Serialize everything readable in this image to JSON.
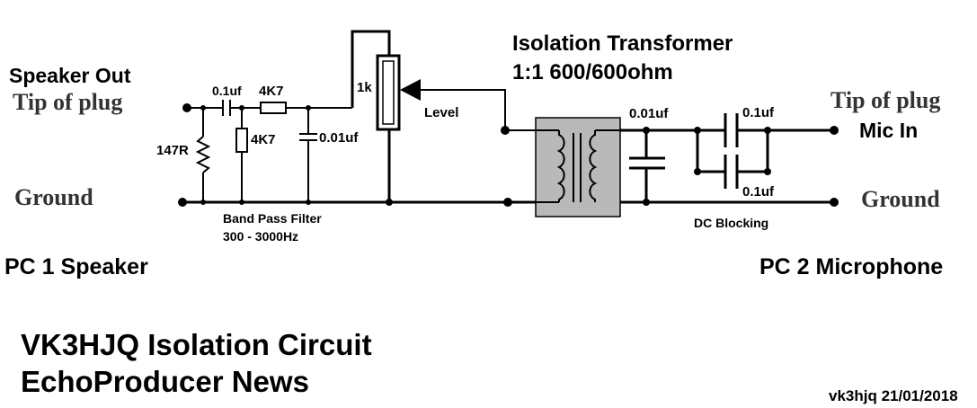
{
  "left_side": {
    "speaker_out": "Speaker Out",
    "tip_of_plug": "Tip of plug",
    "ground": "Ground",
    "pc_label": "PC 1 Speaker"
  },
  "right_side": {
    "tip_of_plug": "Tip of plug",
    "mic_in": "Mic In",
    "ground": "Ground",
    "pc_label": "PC 2 Microphone"
  },
  "components": {
    "cap_series": "0.1uf",
    "resistor_series": "4K7",
    "resistor_shunt": "4K7",
    "cap_shunt": "0.01uf",
    "resistor_147": "147R",
    "pot_value": "1k",
    "pot_label": "Level",
    "cap_transformer": "0.01uf",
    "cap_dc_top": "0.1uf",
    "cap_dc_bottom": "0.1uf"
  },
  "transformer": {
    "title_line1": "Isolation Transformer",
    "title_line2": "1:1 600/600ohm"
  },
  "filter": {
    "label_line1": "Band Pass Filter",
    "label_line2": "300 - 3000Hz"
  },
  "dc_blocking": "DC Blocking",
  "footer": {
    "title_line1": "VK3HJQ Isolation Circuit",
    "title_line2": "EchoProducer News",
    "signature": "vk3hjq 21/01/2018"
  },
  "colors": {
    "transformer_fill": "#b9b9b9",
    "wire": "#000000"
  }
}
